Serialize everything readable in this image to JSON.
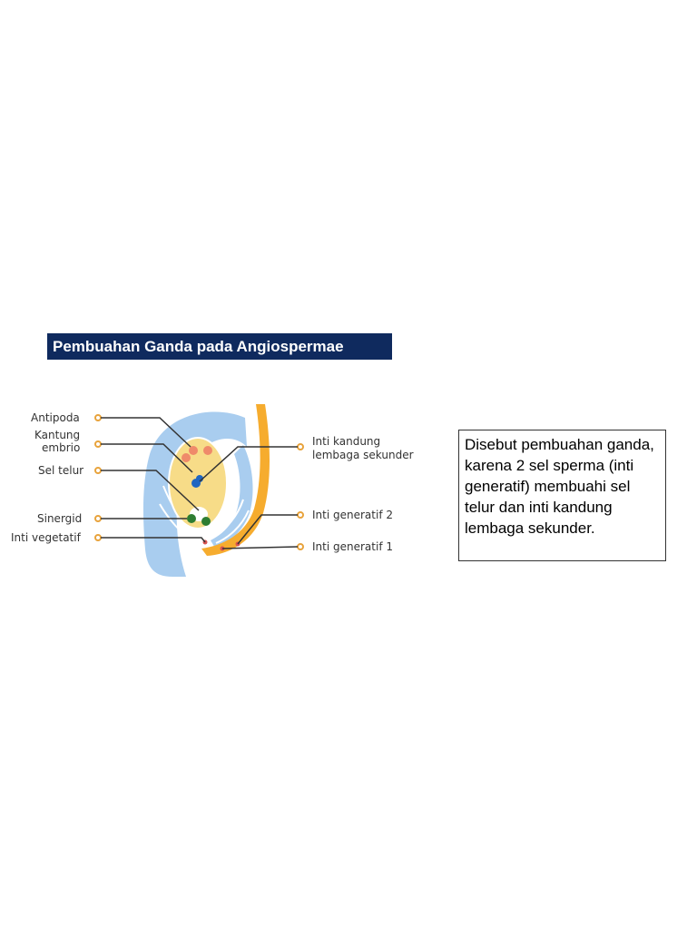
{
  "title": "Pembuahan Ganda pada Angiospermae",
  "labels": {
    "antipoda": "Antipoda",
    "kantung_line1": "Kantung",
    "kantung_line2": "embrio",
    "sel_telur": "Sel telur",
    "sinergid": "Sinergid",
    "inti_vegetatif": "Inti vegetatif",
    "inti_kandung_line1": "Inti kandung",
    "inti_kandung_line2": "lembaga sekunder",
    "inti_generatif_2": "Inti generatif 2",
    "inti_generatif_1": "Inti generatif 1"
  },
  "description": "Disebut pembuahan ganda, karena 2 sel sperma (inti generatif) membuahi  sel telur dan inti kandung lembaga sekunder.",
  "colors": {
    "title_bg": "#0f2a5e",
    "integument": "#a9cdef",
    "embryo_sac": "#f7dc88",
    "pollen_tube": "#f6ac2e",
    "antipoda": "#ef8a6a",
    "nucleus": "#1f66c1",
    "synergid": "#2e7d32",
    "leader_dot": "#e8a33c"
  }
}
